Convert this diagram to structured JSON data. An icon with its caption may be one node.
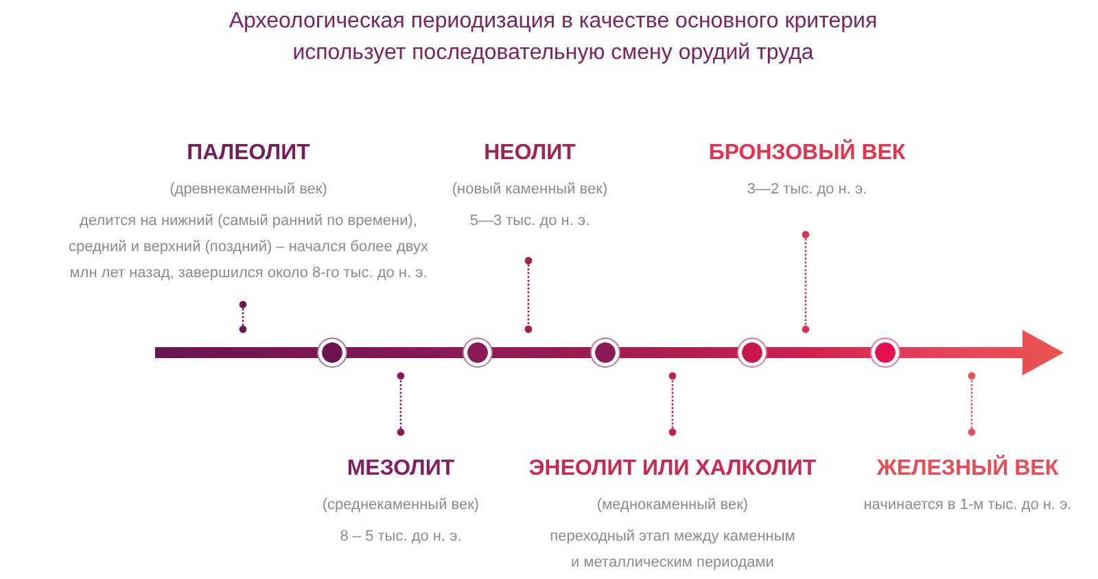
{
  "diagram": {
    "title": "Археологическая периодизация в качестве основного критерия использует последовательную смену орудий труда",
    "nodes": [
      {
        "text": [
          "ПАЛЕОЛИТ",
          "(древнекаменный век)",
          "делится на нижний (самый ранний по времени), средний и верхний (поздний) – начался более двух млн лет назад, завершился около 8-го тыс. до н. э."
        ]
      },
      {
        "text": [
          "НЕОЛИТ",
          "(новый каменный век)",
          "5—3 тыс. до н. э."
        ]
      },
      {
        "text": [
          "БРОНЗОВЫЙ ВЕК",
          "3—2 тыс. до н. э."
        ]
      },
      {
        "text": [],
        "shape": "arrow"
      },
      {
        "text": [],
        "shape": "circle",
        "in": 3
      },
      {
        "text": [],
        "shape": "circle",
        "in": 3
      },
      {
        "text": [],
        "shape": "circle",
        "in": 3
      },
      {
        "text": [],
        "shape": "circle",
        "in": 3
      },
      {
        "text": [],
        "shape": "circle",
        "in": 3
      },
      {
        "text": [
          "МЕЗОЛИТ",
          "(среднекаменный век)",
          "8 – 5 тыс. до н. э."
        ]
      },
      {
        "text": [
          "ЭНЕОЛИТ ИЛИ ХАЛКОЛИТ",
          "(меднокаменный век)",
          "переходный этап между каменным и металлическим периодами"
        ]
      },
      {
        "text": [
          "ЖЕЛЕЗНЫЙ ВЕК",
          "начинается в 1-м тыс. до н. э."
        ]
      }
    ],
    "edges": [
      {
        "from": 0,
        "to": 3,
        "arrow": "other",
        "color": "#6e1a55"
      },
      {
        "from": 9,
        "to": 3,
        "arrow": "other",
        "color": "#861c55"
      },
      {
        "from": 1,
        "to": 3,
        "arrow": "other",
        "color": "#a01f50"
      },
      {
        "from": 10,
        "to": 3,
        "arrow": "other",
        "color": "#bf2550"
      },
      {
        "from": 2,
        "to": 3,
        "arrow": "other",
        "color": "#df3155"
      },
      {
        "from": 11,
        "to": 3,
        "arrow": "other",
        "color": "#e8525a"
      }
    ]
  }
}
